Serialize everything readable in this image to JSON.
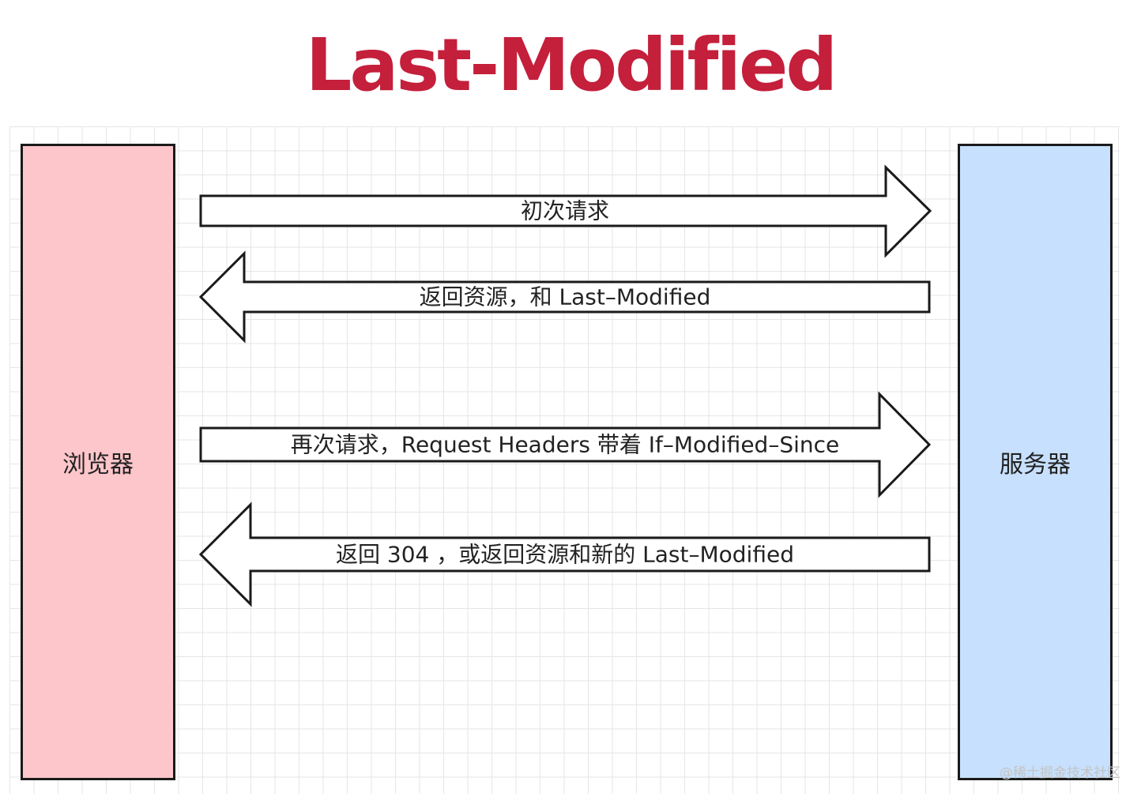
{
  "title": "Last-Modified",
  "colors": {
    "title": "#c41f3b",
    "browser_fill": "#fdc6cb",
    "server_fill": "#c7e0fd",
    "arrow_fill": "#ffffff",
    "stroke": "#1a1a1a",
    "grid": "#e6e6e6"
  },
  "nodes": {
    "browser": "浏览器",
    "server": "服务器"
  },
  "arrows": [
    {
      "direction": "right",
      "label": "初次请求"
    },
    {
      "direction": "left",
      "label": "返回资源，和 Last–Modified"
    },
    {
      "direction": "right",
      "label": "再次请求，Request Headers 带着 If–Modified–Since"
    },
    {
      "direction": "left",
      "label": "返回 304 ，或返回资源和新的 Last–Modified"
    }
  ],
  "watermark": "@稀土掘金技术社区"
}
